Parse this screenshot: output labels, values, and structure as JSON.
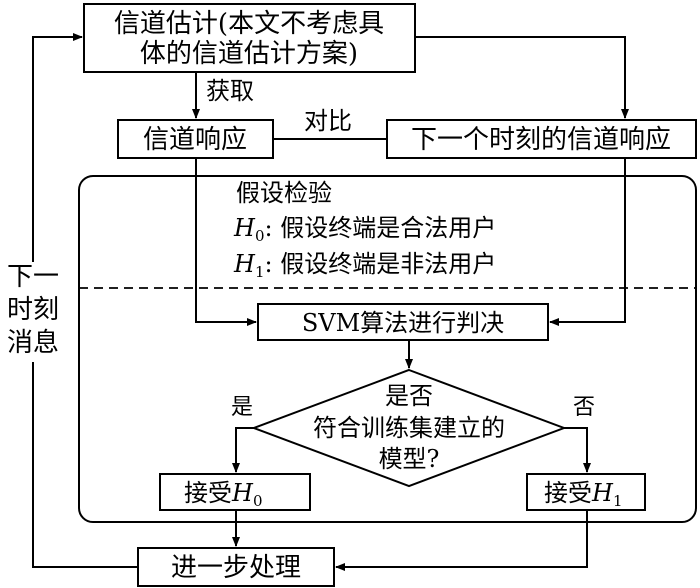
{
  "nodes": {
    "channel_estimation": {
      "line1": "信道估计(本文不考虑具",
      "line2": "体的信道估计方案)"
    },
    "channel_response": "信道响应",
    "next_response": "下一个时刻的信道响应",
    "svm_decision": "SVM算法进行判决",
    "decision": {
      "line1": "是否",
      "line2": "符合训练集建立的",
      "line3": "模型?"
    },
    "accept_h0": {
      "prefix": "接受",
      "var": "H",
      "sub": "0"
    },
    "accept_h1": {
      "prefix": "接受",
      "var": "H",
      "sub": "1"
    },
    "further_processing": "进一步处理"
  },
  "labels": {
    "obtain": "获取",
    "compare": "对比",
    "yes": "是",
    "no": "否",
    "next_message": [
      "下一",
      "时刻",
      "消息"
    ]
  },
  "hypothesis": {
    "title": "假设检验",
    "h0": {
      "var": "H",
      "sub": "0",
      "text": ": 假设终端是合法用户"
    },
    "h1": {
      "var": "H",
      "sub": "1",
      "text": ": 假设终端是非法用户"
    }
  }
}
